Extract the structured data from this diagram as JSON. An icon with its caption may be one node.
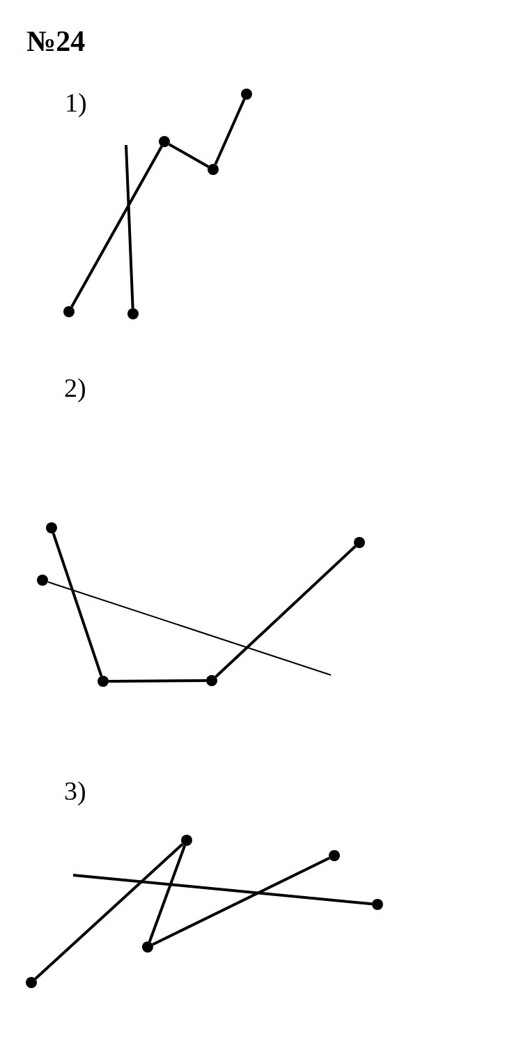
{
  "diagram": {
    "title": "№24",
    "nodes": [
      {
        "text": [],
        "shape": "circle"
      },
      {
        "text": [],
        "shape": "circle"
      },
      {
        "text": [],
        "shape": "circle"
      },
      {
        "text": [],
        "shape": "circle"
      },
      {
        "text": [],
        "shape": "circle"
      },
      {
        "text": [],
        "shape": "circle"
      },
      {
        "text": [],
        "shape": "circle"
      },
      {
        "text": [],
        "shape": "circle"
      },
      {
        "text": [],
        "shape": "circle"
      },
      {
        "text": [],
        "shape": "circle"
      },
      {
        "text": [],
        "shape": "circle"
      },
      {
        "text": [],
        "shape": "circle"
      },
      {
        "text": [],
        "shape": "circle"
      },
      {
        "text": [],
        "shape": "circle"
      },
      {
        "text": [],
        "shape": "circle"
      }
    ],
    "edges": [
      {
        "from": 0,
        "to": 2,
        "arrow": "none"
      },
      {
        "from": 2,
        "to": 3,
        "arrow": "none"
      },
      {
        "from": 3,
        "to": 4,
        "arrow": "none"
      },
      {
        "from": 1,
        "to": null,
        "arrow": "none"
      },
      {
        "from": 6,
        "to": 7,
        "arrow": "none"
      },
      {
        "from": 7,
        "to": 8,
        "arrow": "none"
      },
      {
        "from": 8,
        "to": 9,
        "arrow": "none"
      },
      {
        "from": 5,
        "to": null,
        "arrow": "none"
      },
      {
        "from": 10,
        "to": 12,
        "arrow": "none"
      },
      {
        "from": 12,
        "to": 11,
        "arrow": "none"
      },
      {
        "from": 11,
        "to": 13,
        "arrow": "none"
      },
      {
        "from": null,
        "to": 14,
        "arrow": "none"
      }
    ],
    "labels": [
      "1)",
      "2)",
      "3)"
    ]
  }
}
